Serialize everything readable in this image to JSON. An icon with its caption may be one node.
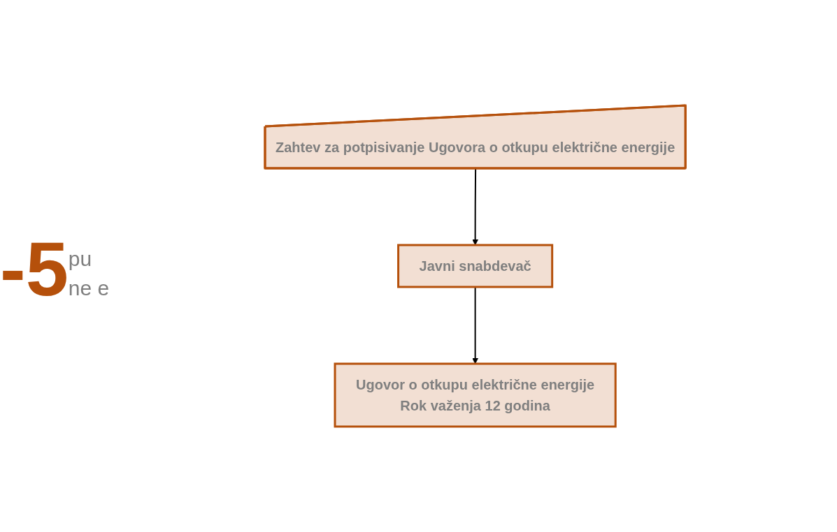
{
  "diagram": {
    "nodes": [
      {
        "text": [
          "Zahtev za potpisivanje Ugovora o otkupu električne energije"
        ]
      },
      {
        "text": [
          "Javni snabdevač"
        ]
      },
      {
        "text": [
          "Ugovor o otkupu električne energije",
          "Rok važenja 12 godina"
        ]
      }
    ],
    "edges": [
      {
        "from": 0,
        "to": 1,
        "arrow": "to"
      },
      {
        "from": 1,
        "to": 2,
        "arrow": "to"
      }
    ],
    "labels": [
      "-5",
      "pu ne e"
    ]
  }
}
